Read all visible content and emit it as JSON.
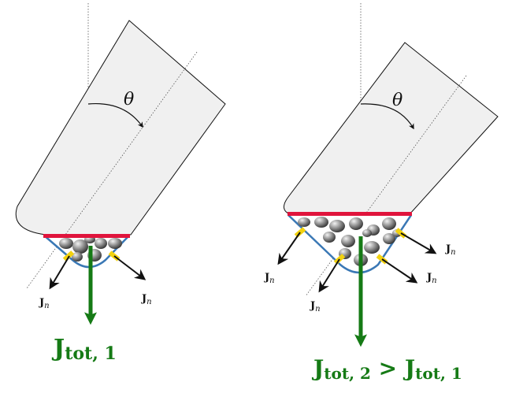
{
  "angle_label": "θ",
  "flux_label": {
    "main": "J",
    "sub": "n"
  },
  "left_panel": {
    "total": {
      "main": "J",
      "sub": "tot, 1",
      "rest": ""
    }
  },
  "right_panel": {
    "total": {
      "main": "J",
      "sub": "tot, 2",
      "rest": " > ",
      "main2": "J",
      "sub2": "tot, 1"
    }
  },
  "colors": {
    "total_arrow": "#157a15",
    "flux_arrow": "#111111",
    "membrane": "#e0143c",
    "cup": "#3a78b5",
    "connector": "#f2d20f",
    "container_fill": "#f0f0f0",
    "particle": "#8f8f8f"
  }
}
